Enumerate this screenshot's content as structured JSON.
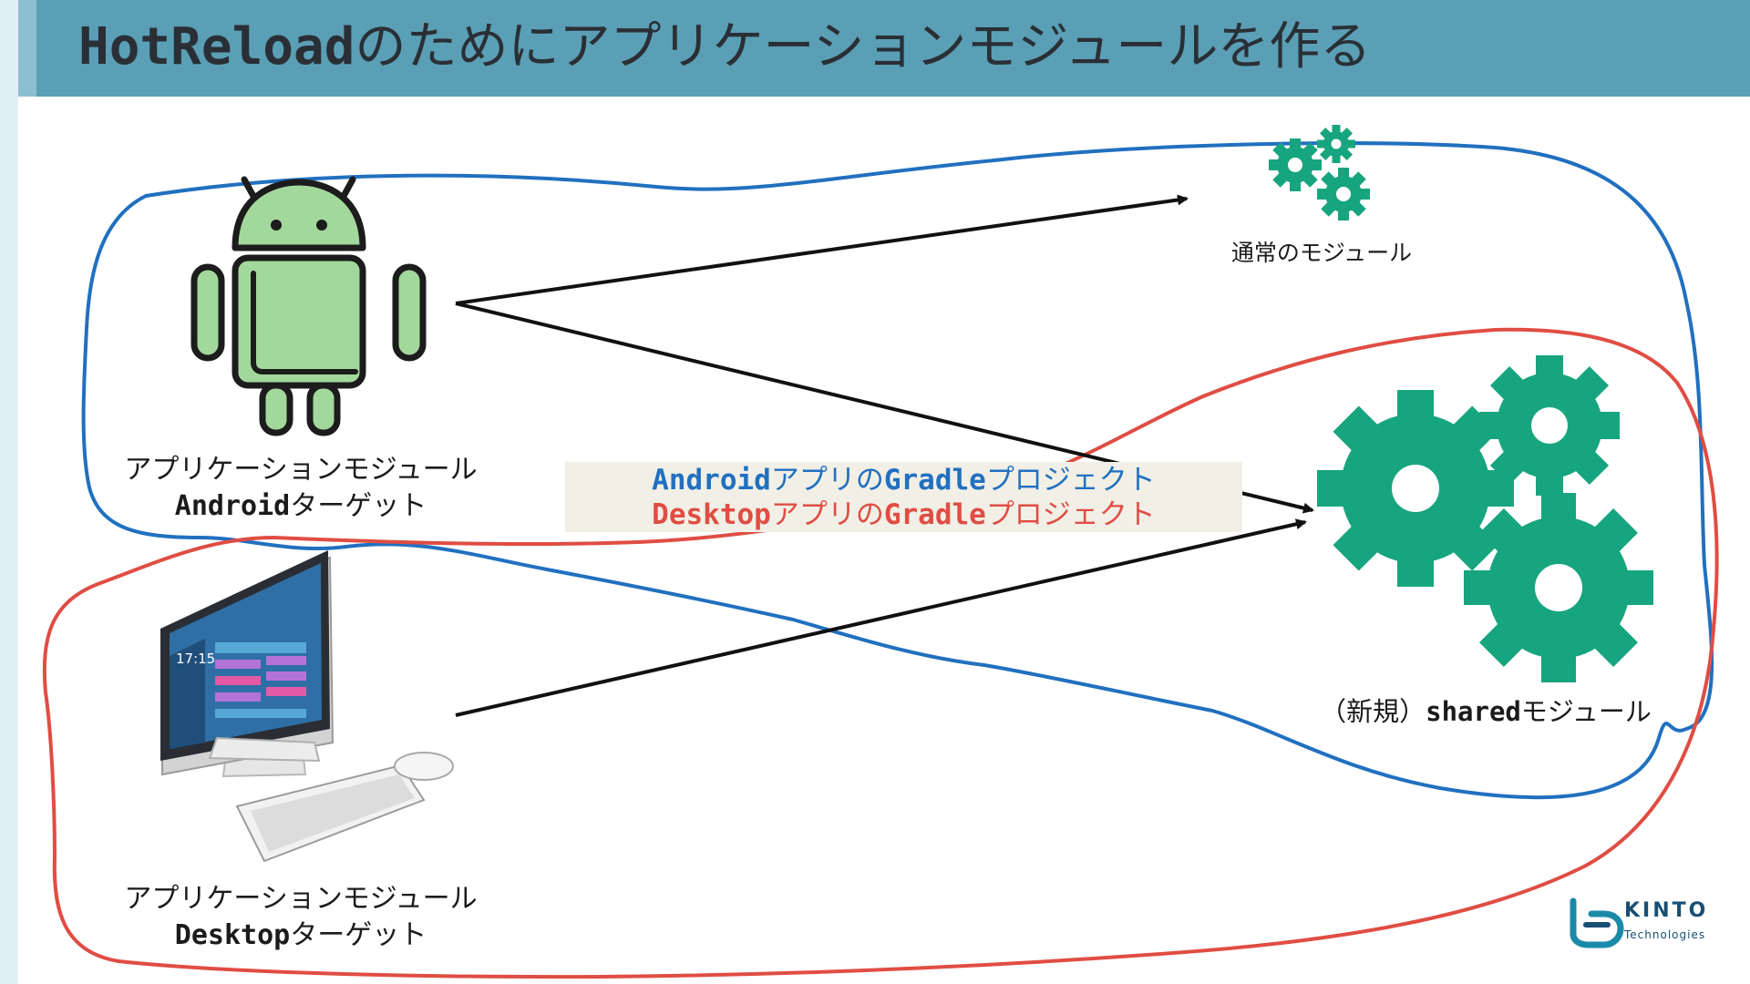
{
  "title": {
    "code": "HotReload",
    "text": "のためにアプリケーションモジュールを作る"
  },
  "nodes": {
    "android": {
      "line1": "アプリケーションモジュール",
      "code": "Android",
      "suffix": "ターゲット"
    },
    "desktop": {
      "line1": "アプリケーションモジュール",
      "code": "Desktop",
      "suffix": "ターゲット"
    },
    "normal_module": {
      "label": "通常のモジュール"
    },
    "shared_module": {
      "prefix": "（新規）",
      "code": "shared",
      "suffix": "モジュール"
    },
    "desktop_clock": {
      "time": "17:15"
    }
  },
  "legend": {
    "android": {
      "code": "Android",
      "a": "アプリの",
      "b": "Gradle",
      "c": "プロジェクト",
      "color": "#2170c0"
    },
    "desktop": {
      "code": "Desktop",
      "a": "アプリの",
      "b": "Gradle",
      "c": "プロジェクト",
      "color": "#e04d43"
    }
  },
  "logo": {
    "word": "KINTO",
    "sub": "Technologies"
  },
  "colors": {
    "title_bar": "#5a9fb5",
    "android_green": "#a3d89c",
    "gear_teal": "#17a57f",
    "android_group": "#2170c0",
    "desktop_group": "#e04d43",
    "arrow": "#111111"
  }
}
